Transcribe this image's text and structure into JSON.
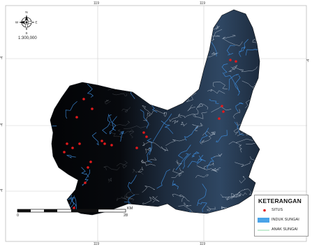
{
  "map": {
    "scale_ratio": "1:300,000",
    "longitude_labels": [
      "119",
      "119"
    ],
    "latitude_labels": [
      "-4",
      "-4",
      "-4",
      "-4"
    ],
    "north_arrow_letters": {
      "n": "N",
      "s": "S",
      "e": "E",
      "w": "W"
    },
    "scalebar": {
      "start": "0",
      "end": "28",
      "unit": "KM"
    }
  },
  "legend": {
    "title": "KETERANGAN",
    "items": [
      {
        "label": "SITUS",
        "symbol": "red-dot",
        "color": "#e31a1c"
      },
      {
        "label": "INDUK SUNGAI",
        "symbol": "blue-fill",
        "color": "#4aa3e8"
      },
      {
        "label": "ANAK SUNGAI",
        "symbol": "green-line",
        "color": "#8fd9a8"
      }
    ]
  },
  "colors": {
    "terrain_dark": "#05070a",
    "terrain_blue": "#2c4a6e",
    "terrain_light": "#b8c6d6",
    "grid": "#c9c9c9"
  }
}
